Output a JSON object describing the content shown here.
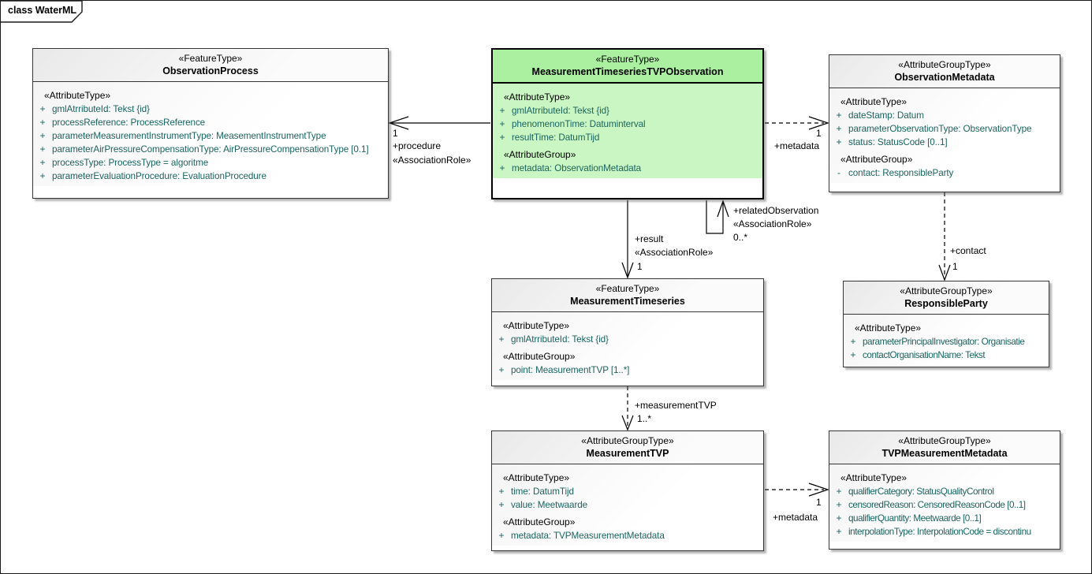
{
  "frame": {
    "label": "class WaterML"
  },
  "colors": {
    "highlight_header": "#aaf0a0",
    "highlight_body": "#c9f6c2",
    "attribute_text": "#1b6460",
    "box_border": "#353535",
    "line_color": "#000000"
  },
  "classes": [
    {
      "key": "observation-process",
      "stereotype": "«FeatureType»",
      "name": "ObservationProcess",
      "highlight": false,
      "sections": [
        {
          "header": "«AttributeType»",
          "attrs": [
            [
              "+",
              "gmlAtrributeId: Tekst {id}"
            ],
            [
              "+",
              "processReference: ProcessReference"
            ],
            [
              "+",
              "parameterMeasurementInstrumentType: MeasementInstrumentType"
            ],
            [
              "+",
              "parameterAirPressureCompensationType: AirPressureCompensationType [0.1]"
            ],
            [
              "+",
              "processType: ProcessType = algoritme"
            ],
            [
              "+",
              "parameterEvaluationProcedure: EvaluationProcedure"
            ]
          ]
        }
      ]
    },
    {
      "key": "measurement-timeseries-tvp-observation",
      "stereotype": "«FeatureType»",
      "name": "MeasurementTimeseriesTVPObservation",
      "highlight": true,
      "sections": [
        {
          "header": "«AttributeType»",
          "attrs": [
            [
              "+",
              "gmlAtrributeId: Tekst {id}"
            ],
            [
              "+",
              "phenomenonTime: Datuminterval"
            ],
            [
              "+",
              "resultTime: DatumTijd"
            ]
          ]
        },
        {
          "header": "«AttributeGroup»",
          "attrs": [
            [
              "+",
              "metadata: ObservationMetadata"
            ]
          ]
        }
      ]
    },
    {
      "key": "observation-metadata",
      "stereotype": "«AttributeGroupType»",
      "name": "ObservationMetadata",
      "highlight": false,
      "sections": [
        {
          "header": "«AttributeType»",
          "attrs": [
            [
              "+",
              "dateStamp: Datum"
            ],
            [
              "+",
              "parameterObservationType: ObservationType"
            ],
            [
              "+",
              "status: StatusCode [0..1]"
            ]
          ]
        },
        {
          "header": "«AttributeGroup»",
          "attrs": [
            [
              "-",
              "contact: ResponsibleParty"
            ]
          ]
        }
      ]
    },
    {
      "key": "measurement-timeseries",
      "stereotype": "«FeatureType»",
      "name": "MeasurementTimeseries",
      "highlight": false,
      "sections": [
        {
          "header": "«AttributeType»",
          "attrs": [
            [
              "+",
              "gmlAtrributeId: Tekst {id}"
            ]
          ]
        },
        {
          "header": "«AttributeGroup»",
          "attrs": [
            [
              "+",
              "point: MeasurementTVP [1..*]"
            ]
          ]
        }
      ]
    },
    {
      "key": "responsible-party",
      "stereotype": "«AttributeGroupType»",
      "name": "ResponsibleParty",
      "highlight": false,
      "sections": [
        {
          "header": "«AttributeType»",
          "attrs": [
            [
              "+",
              "parameterPrincipalInvestigator: Organisatie"
            ],
            [
              "+",
              "contactOrganisationName: Tekst"
            ]
          ]
        }
      ]
    },
    {
      "key": "measurement-tvp",
      "stereotype": "«AttributeGroupType»",
      "name": "MeasurementTVP",
      "highlight": false,
      "sections": [
        {
          "header": "«AttributeType»",
          "attrs": [
            [
              "+",
              "time: DatumTijd"
            ],
            [
              "+",
              "value: Meetwaarde"
            ]
          ]
        },
        {
          "header": "«AttributeGroup»",
          "attrs": [
            [
              "+",
              "metadata: TVPMeasurementMetadata"
            ]
          ]
        }
      ]
    },
    {
      "key": "tvp-measurement-metadata",
      "stereotype": "«AttributeGroupType»",
      "name": "TVPMeasurementMetadata",
      "highlight": false,
      "sections": [
        {
          "header": "«AttributeType»",
          "attrs": [
            [
              "+",
              "qualifierCategory: StatusQualityControl"
            ],
            [
              "+",
              "censoredReason: CensoredReasonCode [0..1]"
            ],
            [
              "+",
              "qualifierQuantity: Meetwaarde [0..1]"
            ],
            [
              "+",
              "interpolationType: InterpolationCode = discontinu"
            ]
          ]
        }
      ]
    }
  ],
  "connectors": {
    "procedure": {
      "mult": "1",
      "role": "+procedure",
      "stereotype": "«AssociationRole»"
    },
    "metadata_observation": {
      "mult": "1",
      "role": "+metadata"
    },
    "result": {
      "role": "+result",
      "stereotype": "«AssociationRole»",
      "mult": "1"
    },
    "related_observation": {
      "role": "+relatedObservation",
      "stereotype": "«AssociationRole»",
      "mult": "0..*"
    },
    "contact": {
      "role": "+contact",
      "mult": "1"
    },
    "measurement_tvp": {
      "role": "+measurementTVP",
      "mult": "1..*"
    },
    "metadata_tvp": {
      "mult": "1",
      "role": "+metadata"
    }
  }
}
